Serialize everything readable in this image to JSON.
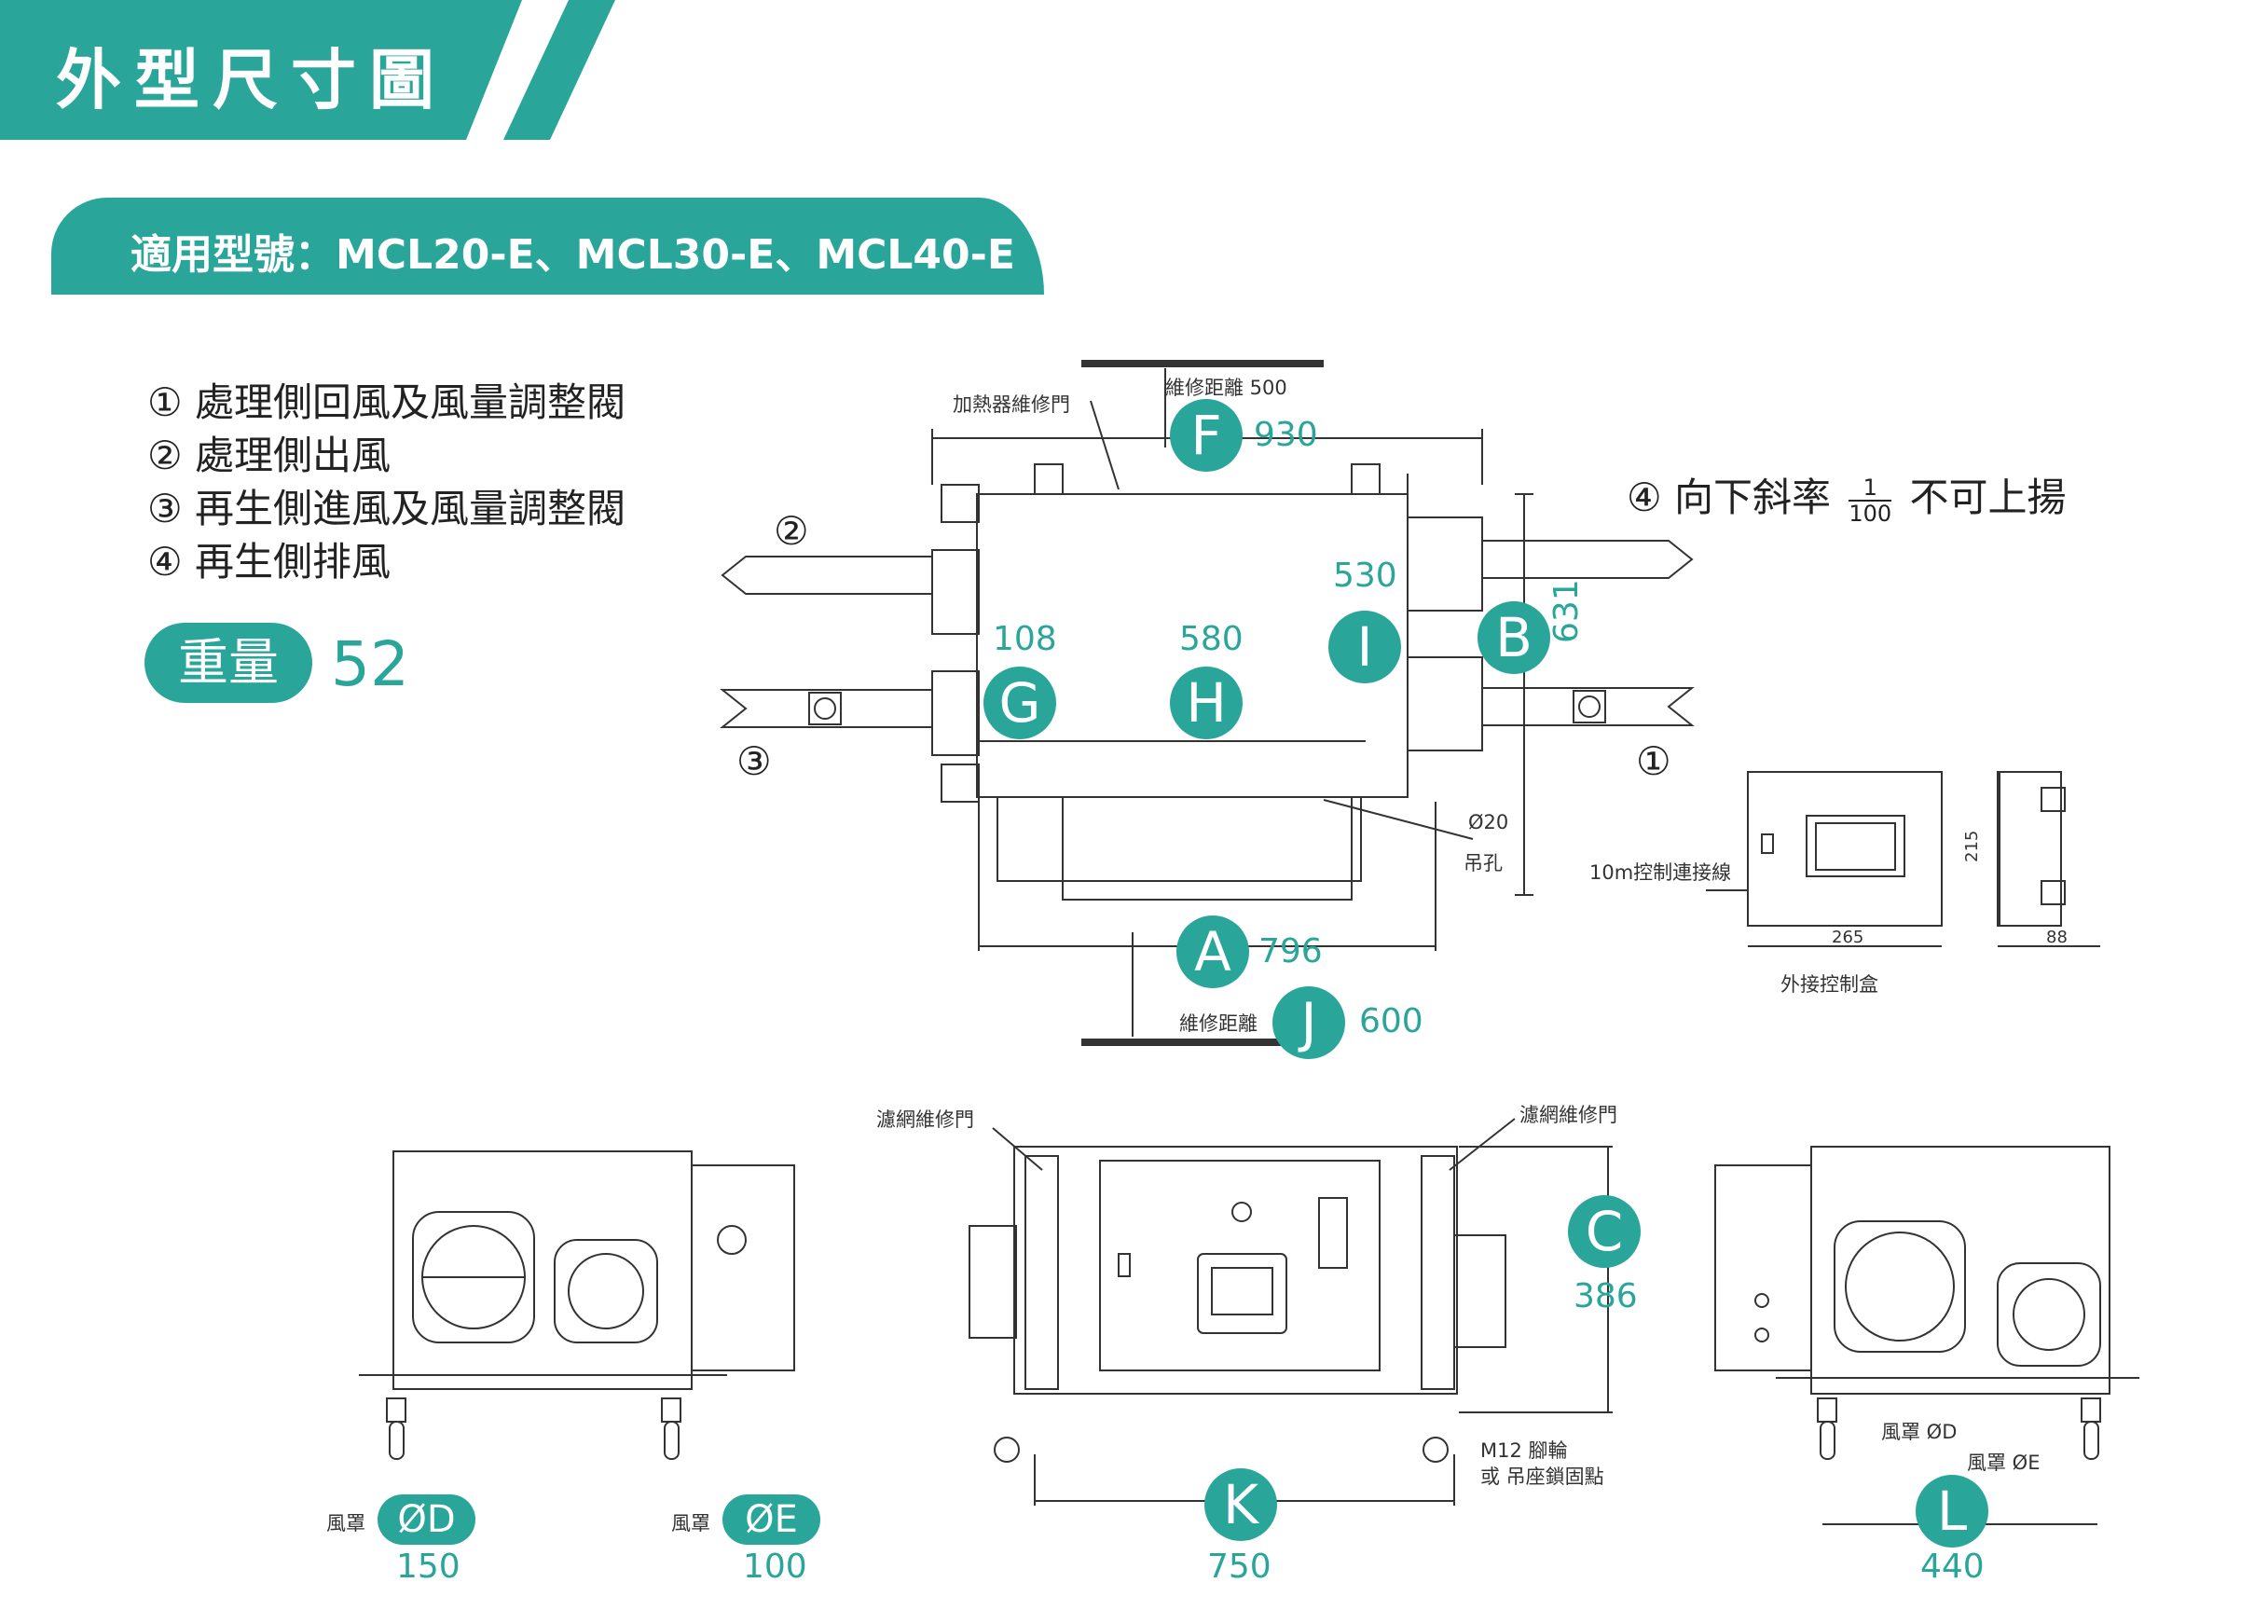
{
  "header": {
    "title": "外型尺寸圖"
  },
  "models": {
    "label": "適用型號：MCL20-E、MCL30-E、MCL40-E"
  },
  "legend": [
    "① 處理側回風及風量調整閥",
    "② 處理側出風",
    "③ 再生側進風及風量調整閥",
    "④ 再生側排風"
  ],
  "weight": {
    "label": "重量",
    "value": "52"
  },
  "top_view": {
    "heater_door": "加熱器維修門",
    "maint_top": "維修距離 500",
    "maint_bottom": "維修距離",
    "hole_dia": "Ø20",
    "hole_label": "吊孔",
    "port2": "②",
    "port3": "③",
    "port1": "①",
    "slope_prefix": "④ 向下斜率",
    "slope_num": "1",
    "slope_den": "100",
    "slope_suffix": "不可上揚",
    "dims": [
      {
        "letter": "F",
        "value": "930"
      },
      {
        "letter": "G",
        "value": "108"
      },
      {
        "letter": "H",
        "value": "580"
      },
      {
        "letter": "I",
        "value": "530"
      },
      {
        "letter": "B",
        "value": "631"
      },
      {
        "letter": "A",
        "value": "796"
      },
      {
        "letter": "J",
        "value": "600"
      }
    ]
  },
  "control_box": {
    "cable": "10m控制連接線",
    "width": "265",
    "height": "215",
    "depth": "88",
    "caption": "外接控制盒"
  },
  "side_views": {
    "hood_label": "風罩",
    "D": {
      "symbol": "ØD",
      "value": "150"
    },
    "E": {
      "symbol": "ØE",
      "value": "100"
    },
    "filter_door": "濾網維修門",
    "caster": "M12 腳輪",
    "caster2": "或 吊座鎖固點",
    "C": {
      "letter": "C",
      "value": "386"
    },
    "K": {
      "letter": "K",
      "value": "750"
    },
    "L": {
      "letter": "L",
      "value": "440"
    },
    "hood_D": "風罩 ØD",
    "hood_E": "風罩 ØE"
  },
  "colors": {
    "accent": "#2aa59a",
    "line": "#333333"
  }
}
